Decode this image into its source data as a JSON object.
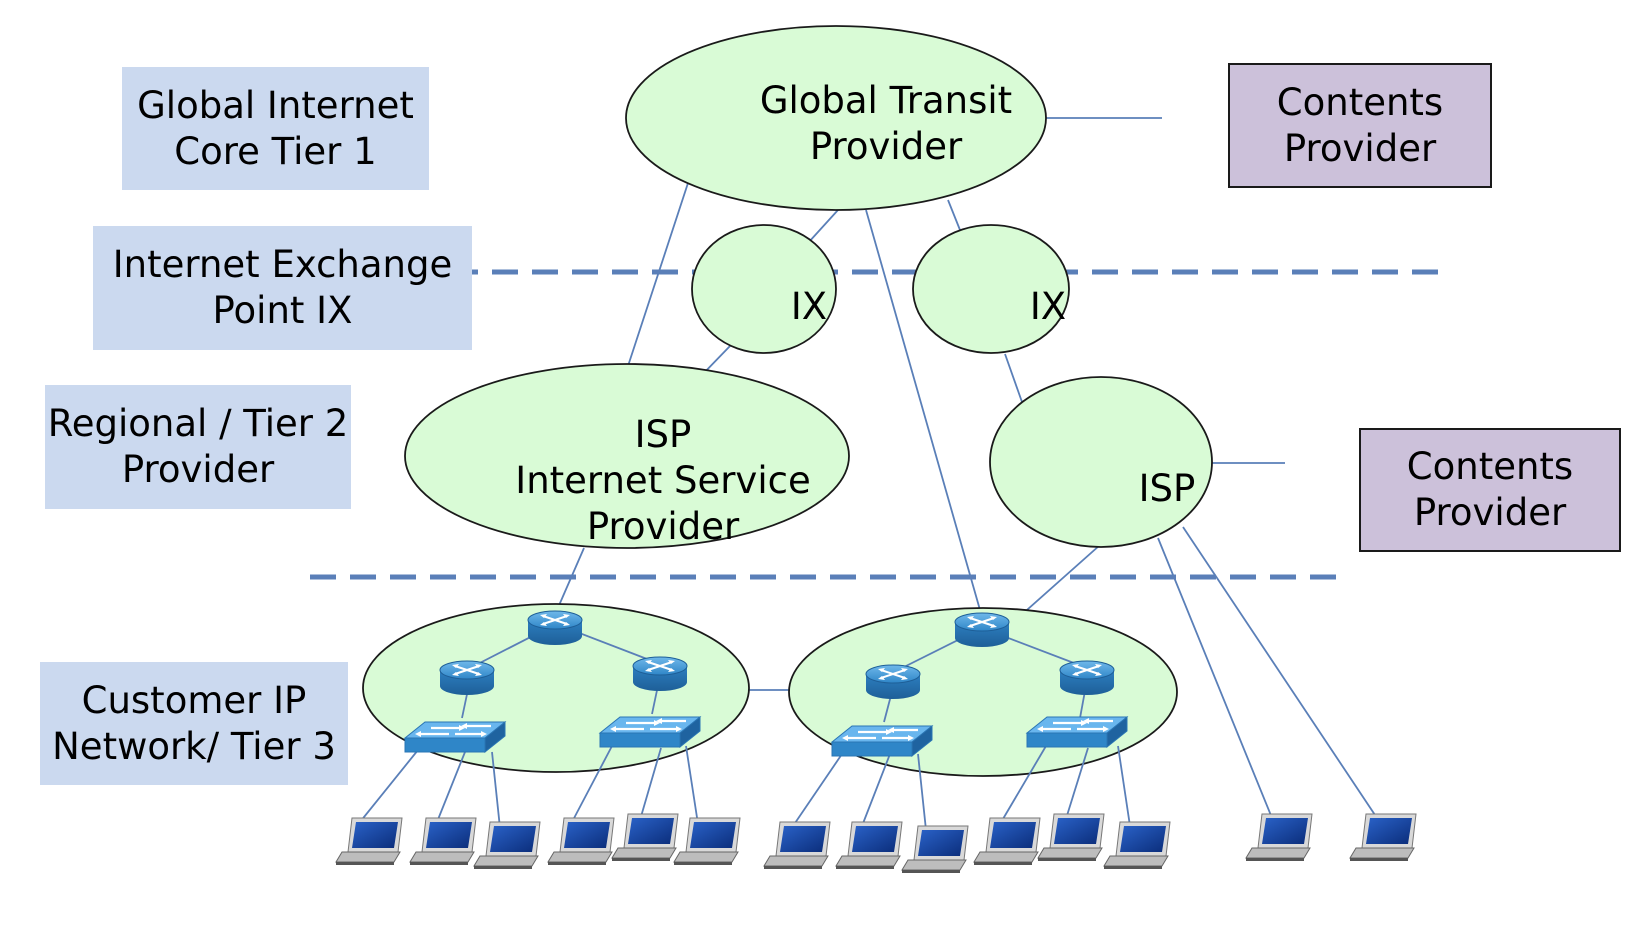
{
  "tiers": {
    "tier1": {
      "line1": "Global Internet",
      "line2": "Core  Tier 1"
    },
    "ix": {
      "line1": "Internet Exchange",
      "line2": "Point  IX"
    },
    "tier2": {
      "line1": "Regional / Tier 2",
      "line2": "Provider"
    },
    "tier3": {
      "line1": "Customer IP",
      "line2": "Network/ Tier 3"
    }
  },
  "nodes": {
    "global_transit": {
      "line1": "Global Transit",
      "line2": "Provider"
    },
    "ix_left": "IX",
    "ix_right": "IX",
    "isp_left": {
      "line1": "ISP",
      "line2": "Internet Service",
      "line3": "Provider"
    },
    "isp_right": "ISP"
  },
  "content_providers": {
    "top": {
      "line1": "Contents",
      "line2": "Provider"
    },
    "right": {
      "line1": "Contents",
      "line2": "Provider"
    }
  },
  "colors": {
    "tier_box": "#cbd9ef",
    "content_box": "#ccc1da",
    "node_fill": "#d9fbd6",
    "link": "#5a7fb8",
    "dashed_separator": "#5a7fb8",
    "router": "#3a8fd0",
    "switch": "#3b92d8"
  },
  "icons": {
    "router": "router-icon",
    "switch": "switch-icon",
    "laptop": "laptop-icon"
  }
}
